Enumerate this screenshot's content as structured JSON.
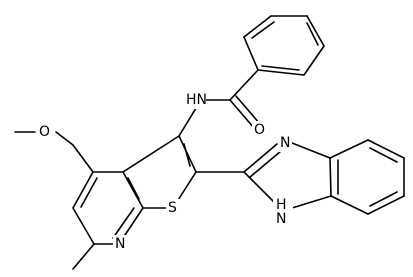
{
  "structure": {
    "labels": {
      "nh_amide": "HN",
      "o_carbonyl": "O",
      "o_ether": "O",
      "s_thiophene": "S",
      "n_pyridine": "N",
      "n_imidazole": "N",
      "nh_imidazole": "H\nN"
    }
  }
}
